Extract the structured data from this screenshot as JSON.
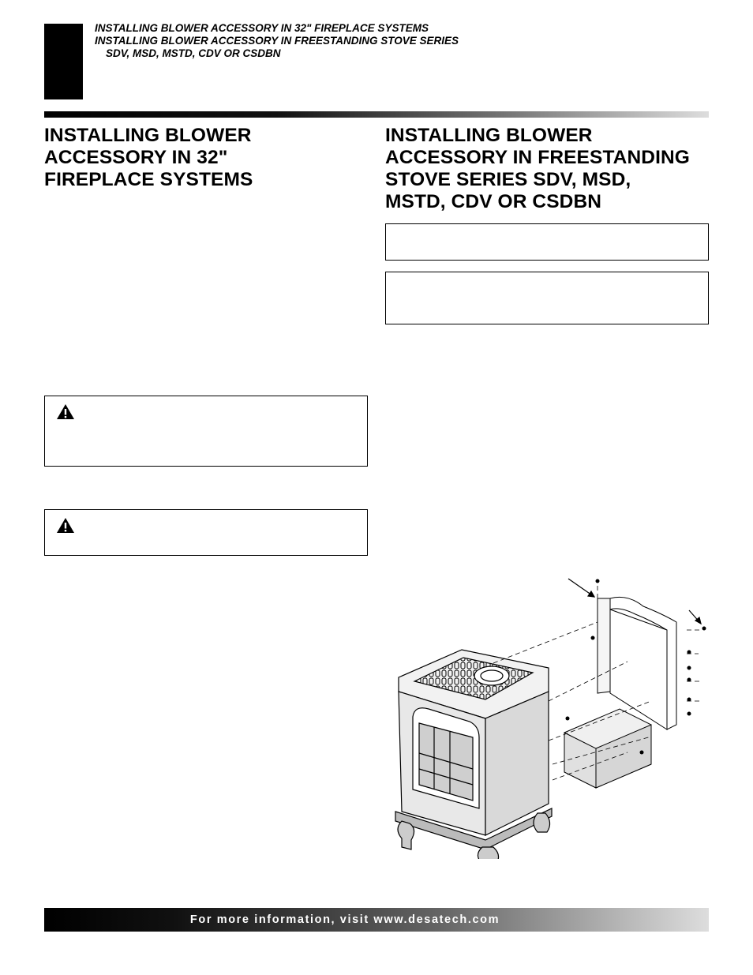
{
  "header": {
    "line1": "INSTALLING BLOWER ACCESSORY IN 32\" FIREPLACE SYSTEMS",
    "line2": "INSTALLING BLOWER ACCESSORY IN FREESTANDING STOVE SERIES",
    "line3": "SDV, MSD, MSTD, CDV OR CSDBN"
  },
  "left_section": {
    "title_line1": "INSTALLING BLOWER",
    "title_line2": "ACCESSORY IN 32\"",
    "title_line3": "FIREPLACE SYSTEMS"
  },
  "right_section": {
    "title_line1": "INSTALLING BLOWER",
    "title_line2": "ACCESSORY IN FREESTANDING",
    "title_line3": "STOVE SERIES SDV, MSD,",
    "title_line4": "MSTD, CDV OR CSDBN"
  },
  "footer": {
    "text": "For more information, visit www.desatech.com"
  }
}
